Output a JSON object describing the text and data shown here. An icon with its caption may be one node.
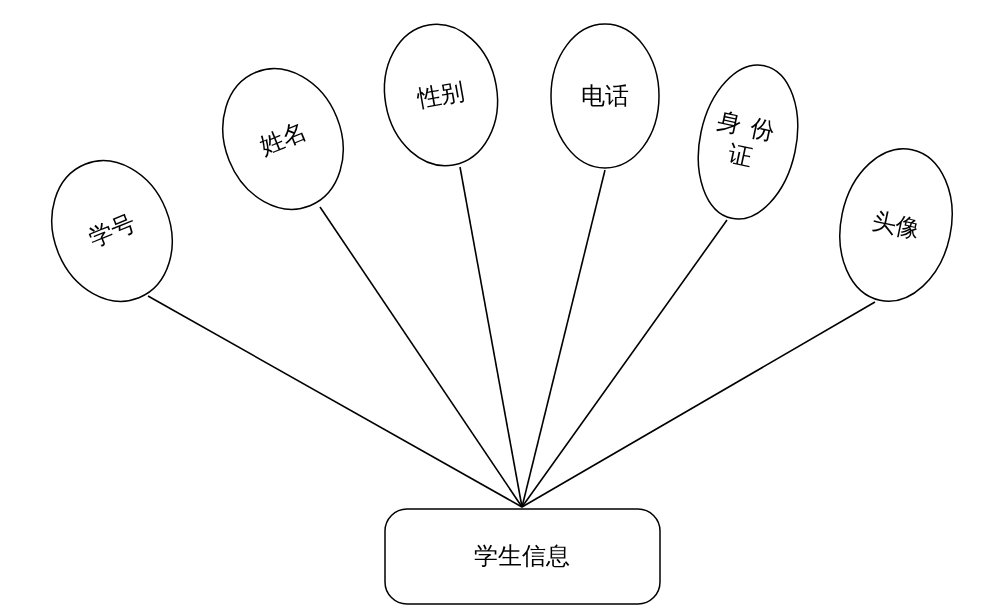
{
  "diagram": {
    "nodes": [
      {
        "text": [
          "学号"
        ]
      },
      {
        "text": [
          "姓名"
        ]
      },
      {
        "text": [
          "性别"
        ]
      },
      {
        "text": [
          "电话"
        ]
      },
      {
        "text": [
          "身份证"
        ]
      },
      {
        "text": [
          "头像"
        ]
      },
      {
        "text": [
          "学生信息"
        ]
      }
    ],
    "edges": [
      {
        "from": 0,
        "to": 6,
        "arrow": "none"
      },
      {
        "from": 1,
        "to": 6,
        "arrow": "none"
      },
      {
        "from": 2,
        "to": 6,
        "arrow": "none"
      },
      {
        "from": 3,
        "to": 6,
        "arrow": "none"
      },
      {
        "from": 4,
        "to": 6,
        "arrow": "none"
      },
      {
        "from": 5,
        "to": 6,
        "arrow": "none"
      }
    ]
  }
}
